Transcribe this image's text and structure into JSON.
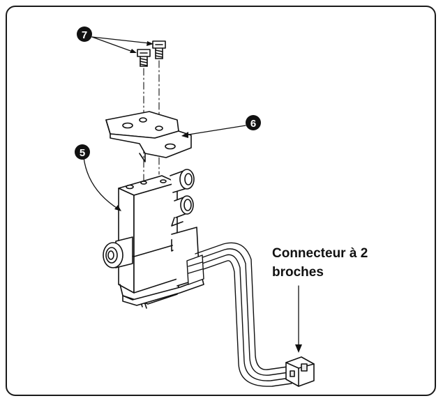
{
  "labels": {
    "screws": "7",
    "bracket": "6",
    "valve": "5"
  },
  "callout": {
    "line1": "Connecteur à 2",
    "line2": "broches"
  },
  "colors": {
    "ink": "#111111",
    "badge": "#111111",
    "fill": "#ffffff",
    "shade": "#e9e9e9"
  }
}
